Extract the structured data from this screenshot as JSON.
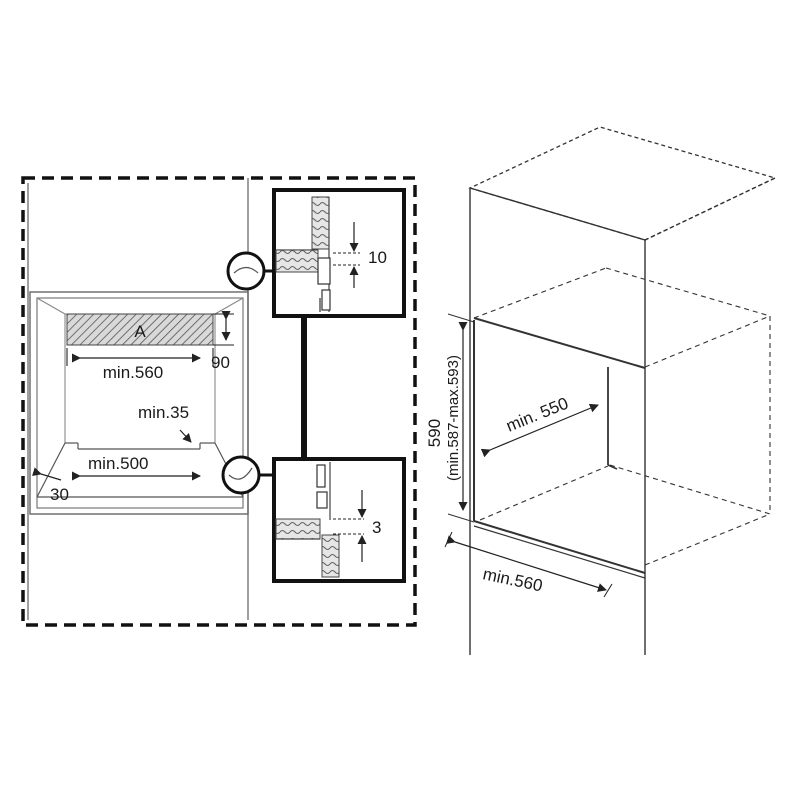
{
  "front_view": {
    "hatch_label": "A",
    "dim_width_top": "min.560",
    "dim_height_top": "90",
    "dim_side_gap": "min.35",
    "dim_width_bottom": "min.500",
    "dim_depth_bottom": "30"
  },
  "detail_top": {
    "dim": "10"
  },
  "detail_bottom": {
    "dim": "3"
  },
  "cabinet_view": {
    "dim_height": "590",
    "dim_height_range": "(min.587-max.593)",
    "dim_depth": "min. 550",
    "dim_width": "min.560"
  }
}
